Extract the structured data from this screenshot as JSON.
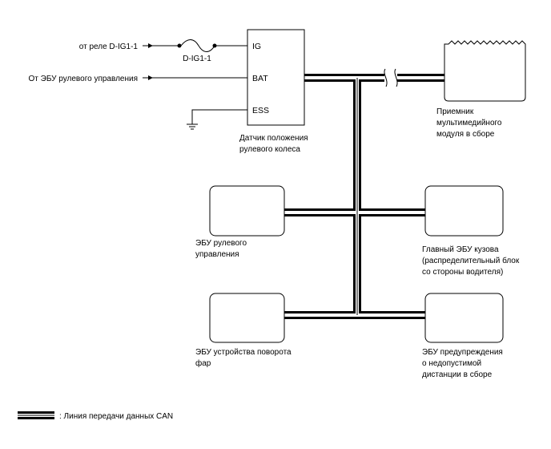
{
  "inputs": {
    "relay_label": "от реле D-IG1-1",
    "fuse_label": "D-IG1-1",
    "steering_ecu_label": "От ЭБУ рулевого управления"
  },
  "sensor": {
    "pins": {
      "ig": "IG",
      "bat": "BAT",
      "ess": "ESS"
    },
    "caption_lines": [
      "Датчик положения",
      "рулевого колеса"
    ]
  },
  "modules": {
    "multimedia": {
      "lines": [
        "Приемник",
        "мультимедийного",
        "модуля в сборе"
      ]
    },
    "steering_ecu": {
      "lines": [
        "ЭБУ рулевого",
        "управления"
      ]
    },
    "body_ecu": {
      "lines": [
        "Главный ЭБУ кузова",
        "(распределительный блок",
        "со стороны водителя)"
      ]
    },
    "headlamp_ecu": {
      "lines": [
        "ЭБУ устройства поворота",
        "фар"
      ]
    },
    "distance_ecu": {
      "lines": [
        "ЭБУ предупреждения",
        "о недопустимой",
        "дистанции в сборе"
      ]
    }
  },
  "legend": {
    "label": ": Линия передачи данных CAN"
  }
}
